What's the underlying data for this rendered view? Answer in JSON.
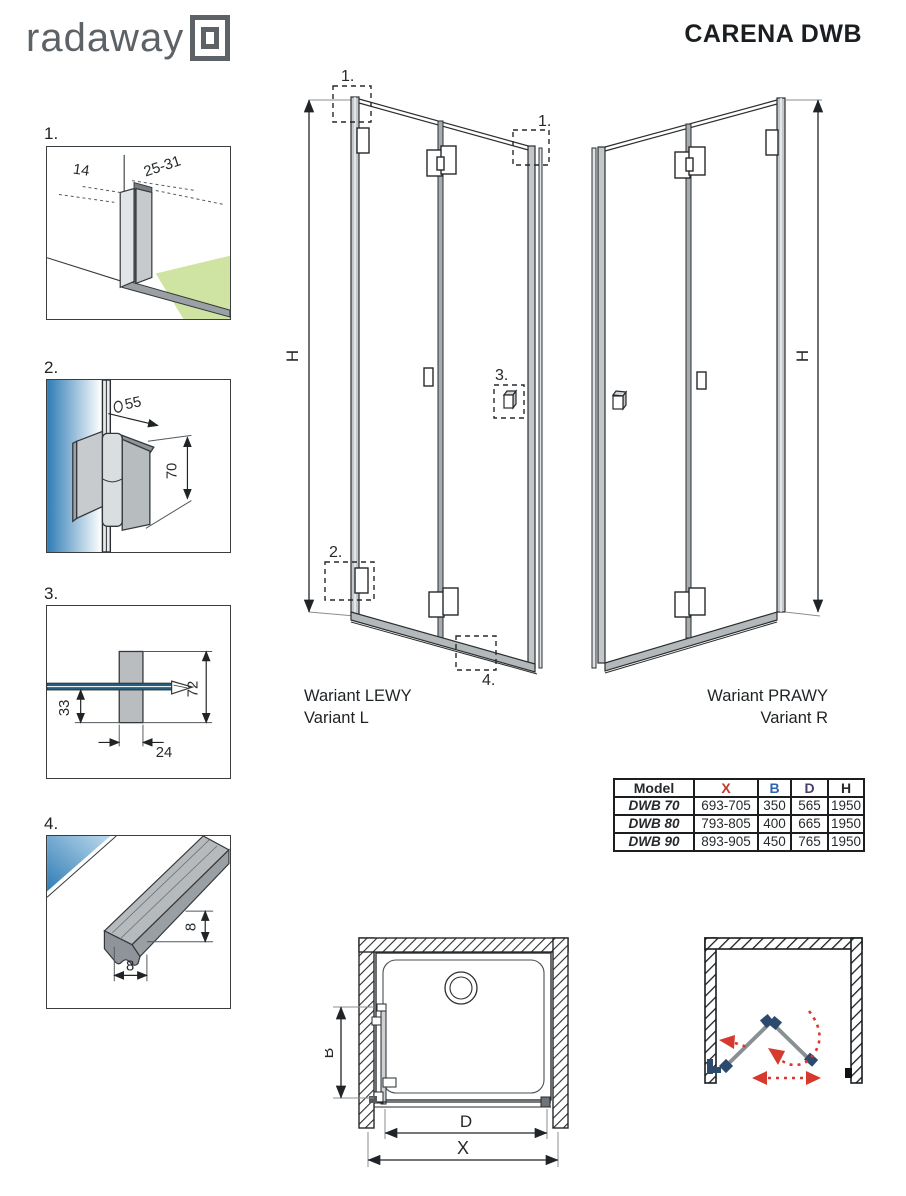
{
  "header": {
    "logo_text": "radaway",
    "title": "CARENA DWB"
  },
  "details": [
    {
      "label": "1.",
      "dim_a": "14",
      "dim_b": "25-31"
    },
    {
      "label": "2.",
      "dim_a": "55",
      "dim_b": "70"
    },
    {
      "label": "3.",
      "dim_a": "33",
      "dim_b": "72",
      "dim_c": "24"
    },
    {
      "label": "4.",
      "dim_a": "8",
      "dim_b": "8"
    }
  ],
  "variant_left": {
    "caption_pl": "Wariant LEWY",
    "caption_en": "Variant L",
    "height_label": "H",
    "callout_1a": "1.",
    "callout_1b": "1.",
    "callout_2": "2.",
    "callout_3": "3.",
    "callout_4": "4."
  },
  "variant_right": {
    "caption_pl": "Wariant PRAWY",
    "caption_en": "Variant R",
    "height_label": "H"
  },
  "spec_table": {
    "headers": [
      "Model",
      "X",
      "B",
      "D",
      "H"
    ],
    "rows": [
      {
        "model": "DWB 70",
        "x": "693-705",
        "b": "350",
        "d": "565",
        "h": "1950"
      },
      {
        "model": "DWB 80",
        "x": "793-805",
        "b": "400",
        "d": "665",
        "h": "1950"
      },
      {
        "model": "DWB 90",
        "x": "893-905",
        "b": "450",
        "d": "765",
        "h": "1950"
      }
    ]
  },
  "plan_view": {
    "dim_b": "B",
    "dim_d": "D",
    "dim_x": "X"
  },
  "colors": {
    "dim_x_red": "#c0392b",
    "dim_b_blue": "#2e64b5",
    "dim_d_navy": "#46406e",
    "line": "#26292c",
    "glass_blue": "#3f86bd",
    "floor_green": "#cfe3a2",
    "hinge_navy": "#2c4a6e",
    "logo_gray": "#5d6266"
  }
}
